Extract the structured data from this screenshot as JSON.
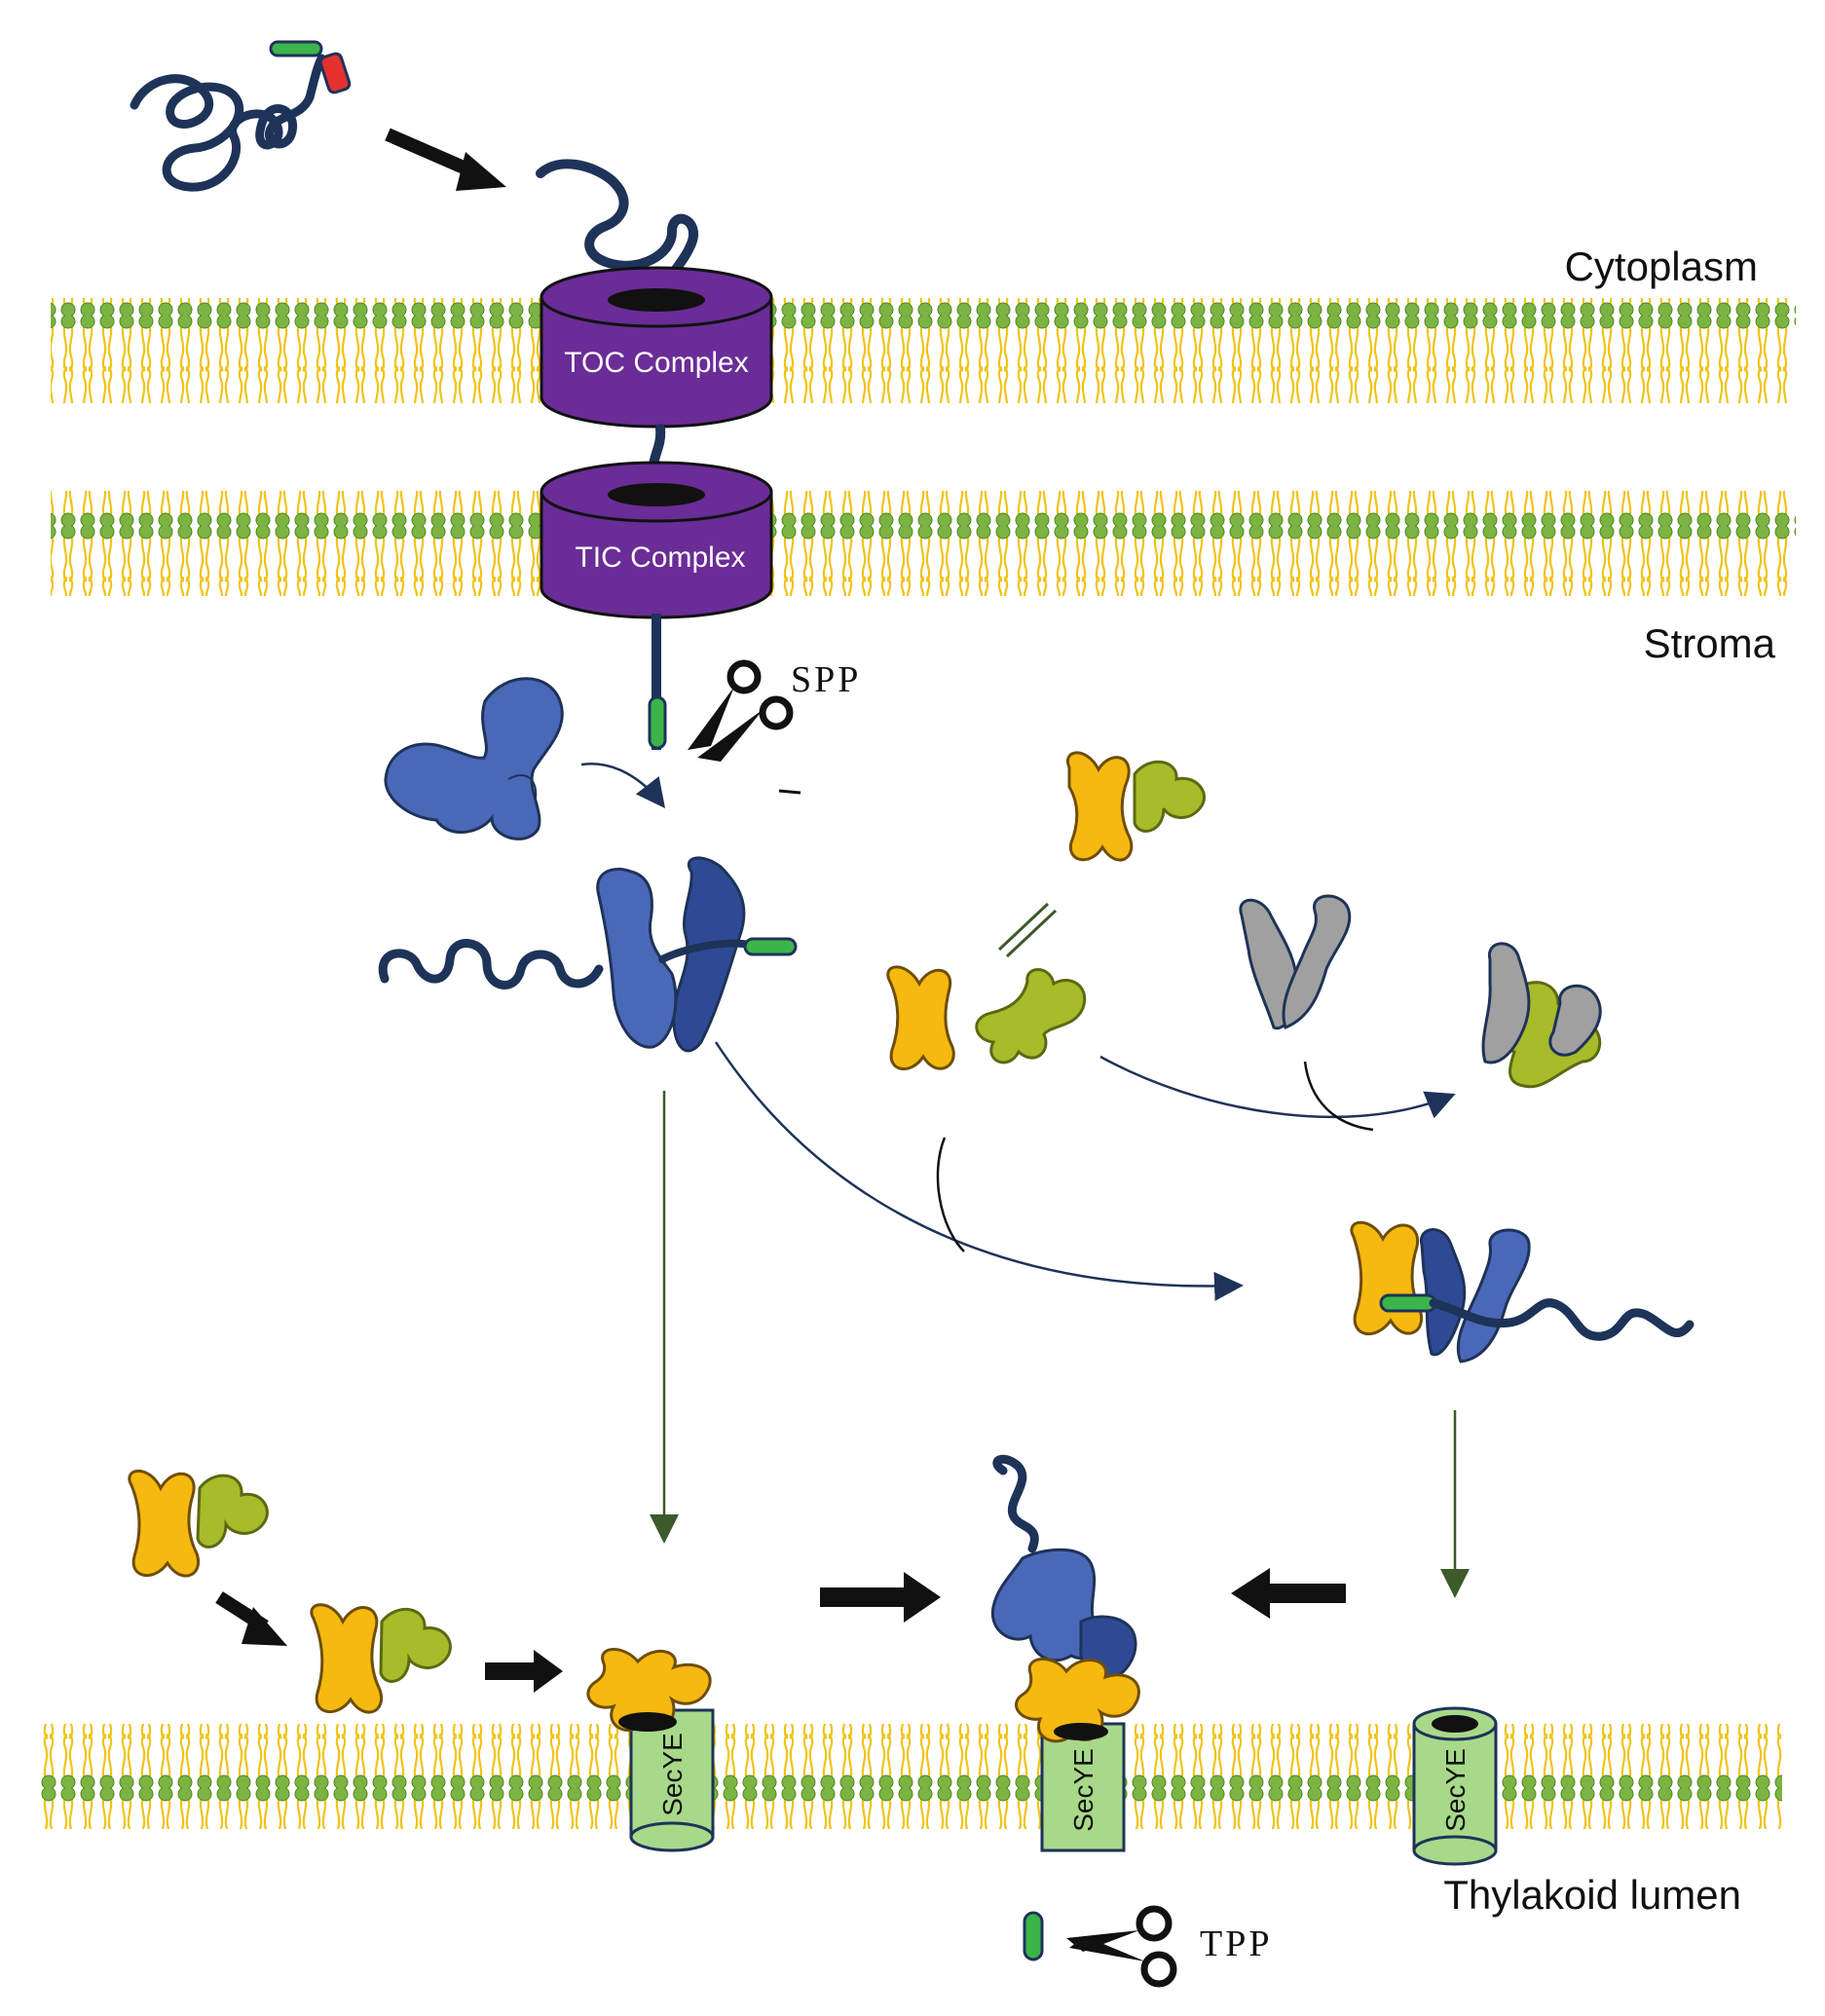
{
  "regions": {
    "cytoplasm": "Cytoplasm",
    "stroma": "Stroma",
    "thylakoid_lumen": "Thylakoid lumen"
  },
  "complexes": {
    "toc": "TOC Complex",
    "tic": "TIC Complex",
    "secye": "SecYE"
  },
  "proteases": {
    "spp": "SPP",
    "tpp": "TPP"
  },
  "colors": {
    "membrane_head": "#7cb342",
    "membrane_tail": "#f0c419",
    "complex_purple": "#6a2c96",
    "chaperone_blue": "#4a68b8",
    "chaperone_dark_blue": "#2f4a95",
    "protein_yellow": "#f5b90f",
    "protein_olive": "#a8bb2a",
    "protein_grey": "#a0a0a0",
    "secye_green": "#a8d98a",
    "chain_navy": "#1e3358",
    "signal_green": "#3bb54a",
    "signal_red": "#e53030"
  }
}
